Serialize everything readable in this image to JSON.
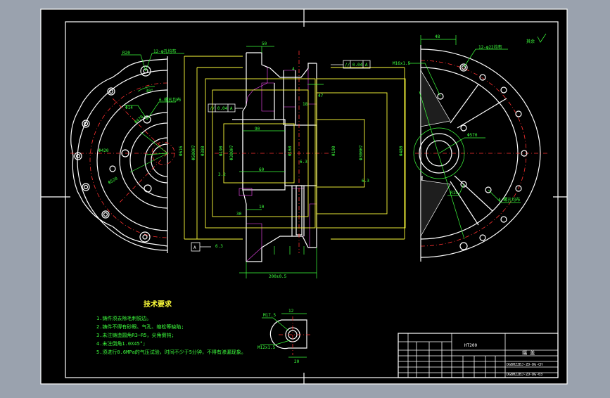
{
  "drawing": {
    "notes": {
      "title": "技术要求",
      "items": [
        "1.铸件须去除毛刺锐边。",
        "2.铸件不得有砂眼、气孔、缩松等缺陷;",
        "3.未注铸造圆角R3~R5，尖角倒钝;",
        "4.未注倒角1.0X45°;",
        "5.须进行0.6MPa的气压试验，时间不少于5分钟，不得有渗漏现象。"
      ]
    },
    "title_block": {
      "material": "HT200",
      "part_name": "端 盖",
      "code1": "DGBHZZBJ-ZD-DG-CH",
      "code2": "DGBHZZBJ-ZD-DG-03"
    },
    "roughness_note": "其余",
    "dims": {
      "left_r20": "R20",
      "left_holes": "12-φ孔均布",
      "left_d14": "Φ14",
      "left_holes2": "6-螺孔均布",
      "left_angle": "30°",
      "left_d470": "Φ470",
      "left_d420": "Φ420",
      "left_d520": "Φ520",
      "sec_top": "50",
      "sec_t1": "// 0.04 A",
      "sec_t2": "// 0.04 A",
      "sec_4": "4",
      "sec_47": "47",
      "sec_18": "18",
      "sec_90": "90",
      "sec_60": "60",
      "sec_30": "30",
      "sec_10": "10",
      "sec_width": "200±0.5",
      "sec_d1": "Φ616",
      "sec_d2": "Φ500H7",
      "sec_d3": "Φ380",
      "sec_d4": "Φ190",
      "sec_d5": "Φ300H7",
      "sec_d6": "Φ160",
      "sec_d7": "Φ190",
      "sec_d8": "Φ300H7",
      "sec_d9": "Φ480",
      "sec_r1": "6.3",
      "sec_r2": "6.3",
      "sec_r3": "3.2",
      "sec_r4": "6.3",
      "sec_A": "A",
      "right_m16": "M16x1.5",
      "right_48": "48",
      "right_holes": "12-φ22均布",
      "right_d570": "Φ570",
      "right_r15": "R15",
      "right_holes2": "4-螺孔均布",
      "det_m17": "M17.5",
      "det_12": "12",
      "det_m12": "M12x1.5",
      "det_20": "20"
    }
  }
}
